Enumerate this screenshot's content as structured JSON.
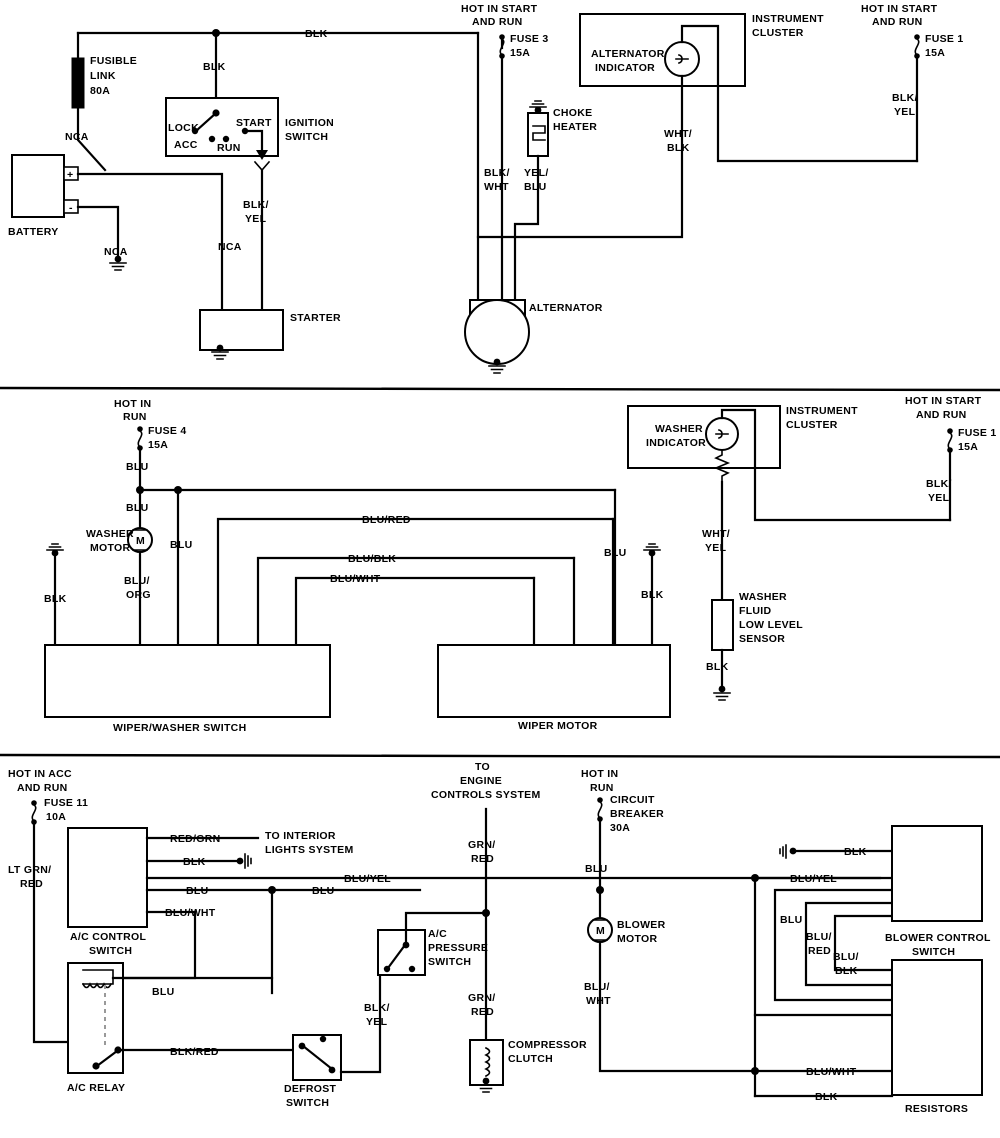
{
  "document": {
    "type": "automotive-wiring-diagram",
    "panels": [
      {
        "id": "starting-charging",
        "name": "Starting and Charging System",
        "components": [
          {
            "name": "BATTERY"
          },
          {
            "name": "FUSIBLE LINK 80A",
            "line1": "FUSIBLE",
            "line2": "LINK",
            "line3": "80A"
          },
          {
            "name": "IGNITION SWITCH",
            "line1": "IGNITION",
            "line2": "SWITCH",
            "positions": [
              "LOCK",
              "ACC",
              "RUN",
              "START"
            ]
          },
          {
            "name": "STARTER"
          },
          {
            "name": "ALTERNATOR"
          },
          {
            "name": "CHOKE HEATER",
            "line1": "CHOKE",
            "line2": "HEATER"
          },
          {
            "name": "INSTRUMENT CLUSTER",
            "line1": "INSTRUMENT",
            "line2": "CLUSTER"
          },
          {
            "name": "ALTERNATOR INDICATOR",
            "line1": "ALTERNATOR",
            "line2": "INDICATOR"
          }
        ],
        "power_sources": [
          {
            "line1": "HOT IN START",
            "line2": "AND RUN",
            "fuse": "FUSE 3",
            "rating": "15A"
          },
          {
            "line1": "HOT IN START",
            "line2": "AND RUN",
            "fuse": "FUSE 1",
            "rating": "15A"
          }
        ],
        "wire_labels": [
          "BLK",
          "BLK",
          "NCA",
          "NCA",
          "NCA",
          "BLK/",
          "YEL",
          "BLK/",
          "WHT",
          "YEL/",
          "BLU",
          "WHT/",
          "BLK",
          "BLK/",
          "YEL"
        ],
        "battery_terminals": [
          "+",
          "-"
        ]
      },
      {
        "id": "wiper-washer",
        "name": "Wiper / Washer System",
        "components": [
          {
            "name": "WASHER MOTOR",
            "line1": "WASHER",
            "line2": "MOTOR",
            "symbol": "M"
          },
          {
            "name": "WIPER/WASHER SWITCH"
          },
          {
            "name": "WIPER MOTOR"
          },
          {
            "name": "INSTRUMENT CLUSTER",
            "line1": "INSTRUMENT",
            "line2": "CLUSTER"
          },
          {
            "name": "WASHER INDICATOR",
            "line1": "WASHER",
            "line2": "INDICATOR"
          },
          {
            "name": "WASHER FLUID LOW LEVEL SENSOR",
            "line1": "WASHER",
            "line2": "FLUID",
            "line3": "LOW LEVEL",
            "line4": "SENSOR"
          }
        ],
        "power_sources": [
          {
            "line1": "HOT IN",
            "line2": "RUN",
            "fuse": "FUSE 4",
            "rating": "15A"
          },
          {
            "line1": "HOT IN START",
            "line2": "AND RUN",
            "fuse": "FUSE 1",
            "rating": "15A"
          }
        ],
        "wire_labels": [
          "BLU",
          "BLU",
          "BLU",
          "BLU/",
          "ORG",
          "BLK",
          "BLU/RED",
          "BLU/BLK",
          "BLU/WHT",
          "BLU",
          "BLK",
          "WHT/",
          "YEL",
          "BLK",
          "BLK/",
          "YEL"
        ]
      },
      {
        "id": "air-conditioning",
        "name": "Air Conditioning / Heater System",
        "components": [
          {
            "name": "A/C CONTROL SWITCH",
            "line1": "A/C CONTROL",
            "line2": "SWITCH"
          },
          {
            "name": "A/C RELAY"
          },
          {
            "name": "DEFROST SWITCH",
            "line1": "DEFROST",
            "line2": "SWITCH"
          },
          {
            "name": "A/C PRESSURE SWITCH",
            "line1": "A/C",
            "line2": "PRESSURE",
            "line3": "SWITCH"
          },
          {
            "name": "COMPRESSOR CLUTCH",
            "line1": "COMPRESSOR",
            "line2": "CLUTCH"
          },
          {
            "name": "BLOWER MOTOR",
            "line1": "BLOWER",
            "line2": "MOTOR",
            "symbol": "M"
          },
          {
            "name": "BLOWER CONTROL SWITCH",
            "line1": "BLOWER CONTROL",
            "line2": "SWITCH"
          },
          {
            "name": "RESISTORS"
          }
        ],
        "power_sources": [
          {
            "line1": "HOT IN ACC",
            "line2": "AND RUN",
            "fuse": "FUSE 11",
            "rating": "10A"
          },
          {
            "line1": "HOT IN",
            "line2": "RUN",
            "fuse": "CIRCUIT",
            "fuse2": "BREAKER",
            "rating": "30A"
          }
        ],
        "destinations": [
          {
            "line1": "TO INTERIOR",
            "line2": "LIGHTS SYSTEM"
          },
          {
            "line1": "TO",
            "line2": "ENGINE",
            "line3": "CONTROLS SYSTEM"
          }
        ],
        "wire_labels": [
          "LT GRN/",
          "RED",
          "RED/GRN",
          "BLK",
          "BLU/YEL",
          "BLU",
          "BLU",
          "BLU/WHT",
          "BLU",
          "BLK/RED",
          "BLK/",
          "YEL",
          "GRN/",
          "RED",
          "GRN/",
          "RED",
          "BLU",
          "BLU/",
          "WHT",
          "BLK",
          "BLU/YEL",
          "BLU",
          "BLU/",
          "RED",
          "BLU/",
          "BLK",
          "BLU/WHT",
          "BLK"
        ]
      }
    ]
  },
  "p1": {
    "blk_top": "BLK",
    "blk_ign": "BLK",
    "fusible_1": "FUSIBLE",
    "fusible_2": "LINK",
    "fusible_3": "80A",
    "nca_1": "NCA",
    "nca_2": "NCA",
    "nca_3": "NCA",
    "battery": "BATTERY",
    "bat_plus": "+",
    "bat_minus": "-",
    "ign_1": "IGNITION",
    "ign_2": "SWITCH",
    "lock": "LOCK",
    "acc": "ACC",
    "run": "RUN",
    "start": "START",
    "blkyel_1": "BLK/",
    "blkyel_2": "YEL",
    "starter": "STARTER",
    "hot1_1": "HOT IN START",
    "hot1_2": "AND RUN",
    "fuse3": "FUSE 3",
    "fuse3a": "15A",
    "blkwht_1": "BLK/",
    "blkwht_2": "WHT",
    "choke_1": "CHOKE",
    "choke_2": "HEATER",
    "yelblu_1": "YEL/",
    "yelblu_2": "BLU",
    "alternator": "ALTERNATOR",
    "cluster_1": "INSTRUMENT",
    "cluster_2": "CLUSTER",
    "altind_1": "ALTERNATOR",
    "altind_2": "INDICATOR",
    "whtblk_1": "WHT/",
    "whtblk_2": "BLK",
    "hot2_1": "HOT IN START",
    "hot2_2": "AND RUN",
    "fuse1": "FUSE 1",
    "fuse1a": "15A",
    "blkyelR_1": "BLK/",
    "blkyelR_2": "YEL"
  },
  "p2": {
    "hot_1": "HOT IN",
    "hot_2": "RUN",
    "fuse4": "FUSE 4",
    "fuse4a": "15A",
    "blu_1": "BLU",
    "blu_2": "BLU",
    "washer_1": "WASHER",
    "washer_2": "MOTOR",
    "motor_sym": "M",
    "blu_3": "BLU",
    "bluorg_1": "BLU/",
    "bluorg_2": "ORG",
    "blk_left": "BLK",
    "blured": "BLU/RED",
    "blublk": "BLU/BLK",
    "bluwht": "BLU/WHT",
    "blu_4": "BLU",
    "blk_right": "BLK",
    "wiper_switch": "WIPER/WASHER SWITCH",
    "wiper_motor": "WIPER MOTOR",
    "cluster_1": "INSTRUMENT",
    "cluster_2": "CLUSTER",
    "wind_1": "WASHER",
    "wind_2": "INDICATOR",
    "whtyel_1": "WHT/",
    "whtyel_2": "YEL",
    "sensor_1": "WASHER",
    "sensor_2": "FLUID",
    "sensor_3": "LOW LEVEL",
    "sensor_4": "SENSOR",
    "blk_sensor": "BLK",
    "hot2_1": "HOT IN START",
    "hot2_2": "AND RUN",
    "fuse1": "FUSE 1",
    "fuse1a": "15A",
    "blkyel_1": "BLK/",
    "blkyel_2": "YEL"
  },
  "p3": {
    "hot_1": "HOT IN ACC",
    "hot_2": "AND RUN",
    "fuse11": "FUSE 11",
    "fuse11a": "10A",
    "ltgrn_1": "LT GRN/",
    "ltgrn_2": "RED",
    "acctrl_1": "A/C CONTROL",
    "acctrl_2": "SWITCH",
    "redgrn": "RED/GRN",
    "tolights_1": "TO INTERIOR",
    "tolights_2": "LIGHTS SYSTEM",
    "blk_1": "BLK",
    "bluyel_1": "BLU/YEL",
    "blu_1": "BLU",
    "blu_2": "BLU",
    "bluwht_1": "BLU/WHT",
    "blu_relay": "BLU",
    "acrelay": "A/C RELAY",
    "blkred": "BLK/RED",
    "defrost_1": "DEFROST",
    "defrost_2": "SWITCH",
    "acpress_1": "A/C",
    "acpress_2": "PRESSURE",
    "acpress_3": "SWITCH",
    "blkyel_1": "BLK/",
    "blkyel_2": "YEL",
    "toengine_1": "TO",
    "toengine_2": "ENGINE",
    "toengine_3": "CONTROLS SYSTEM",
    "grnred_1": "GRN/",
    "grnred_2": "RED",
    "grnred_3": "GRN/",
    "grnred_4": "RED",
    "compclutch_1": "COMPRESSOR",
    "compclutch_2": "CLUTCH",
    "hot2_1": "HOT IN",
    "hot2_2": "RUN",
    "cb_1": "CIRCUIT",
    "cb_2": "BREAKER",
    "cb_3": "30A",
    "blu_cb": "BLU",
    "blower_1": "BLOWER",
    "blower_2": "MOTOR",
    "blower_sym": "M",
    "bluwht_2": "BLU/",
    "bluwht_3": "WHT",
    "blk_bcs": "BLK",
    "bluyel_2": "BLU/YEL",
    "blu_3": "BLU",
    "blured_1": "BLU/",
    "blured_2": "RED",
    "blublk_1": "BLU/",
    "blublk_2": "BLK",
    "bcs_1": "BLOWER CONTROL",
    "bcs_2": "SWITCH",
    "bluwht_4": "BLU/WHT",
    "blk_res": "BLK",
    "resistors": "RESISTORS"
  }
}
